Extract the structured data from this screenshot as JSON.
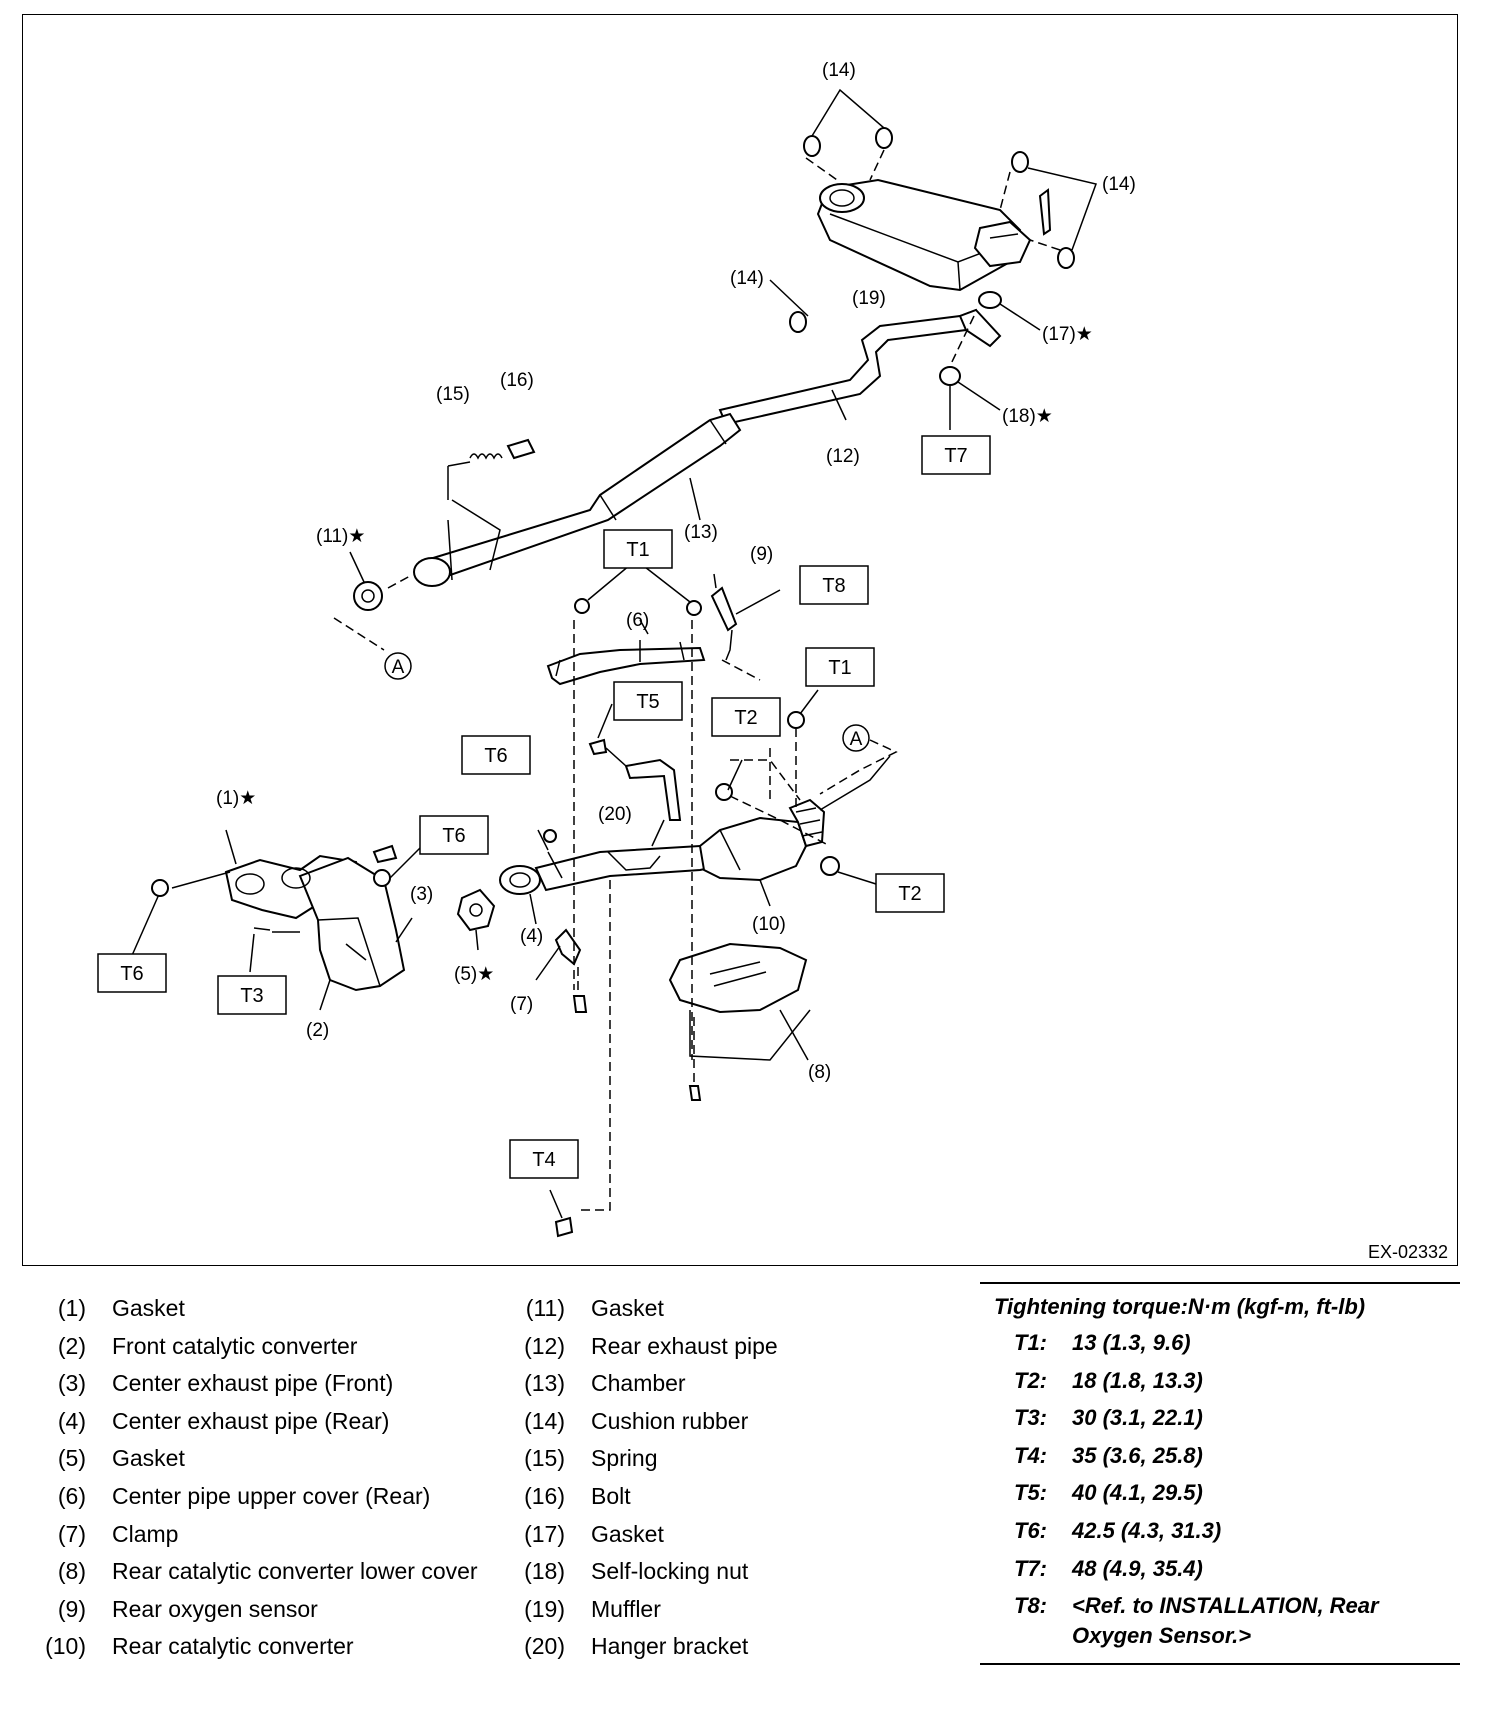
{
  "diagram": {
    "code": "EX-02332",
    "callouts": [
      {
        "id": "c14a",
        "text": "(14)"
      },
      {
        "id": "c14b",
        "text": "(14)"
      },
      {
        "id": "c14c",
        "text": "(14)"
      },
      {
        "id": "c19",
        "text": "(19)"
      },
      {
        "id": "c17",
        "text": "(17)★"
      },
      {
        "id": "c18",
        "text": "(18)★"
      },
      {
        "id": "c12",
        "text": "(12)"
      },
      {
        "id": "c13",
        "text": "(13)"
      },
      {
        "id": "c15",
        "text": "(15)"
      },
      {
        "id": "c16",
        "text": "(16)"
      },
      {
        "id": "c11",
        "text": "(11)★"
      },
      {
        "id": "c9",
        "text": "(9)"
      },
      {
        "id": "c6",
        "text": "(6)"
      },
      {
        "id": "c20",
        "text": "(20)"
      },
      {
        "id": "c1",
        "text": "(1)★"
      },
      {
        "id": "c3",
        "text": "(3)"
      },
      {
        "id": "c4",
        "text": "(4)"
      },
      {
        "id": "c5",
        "text": "(5)★"
      },
      {
        "id": "c7",
        "text": "(7)"
      },
      {
        "id": "c2",
        "text": "(2)"
      },
      {
        "id": "c10",
        "text": "(10)"
      },
      {
        "id": "c8",
        "text": "(8)"
      },
      {
        "id": "cAa",
        "text": "A"
      },
      {
        "id": "cAb",
        "text": "A"
      }
    ],
    "torque_boxes": [
      {
        "id": "bT7",
        "text": "T7"
      },
      {
        "id": "bT1a",
        "text": "T1"
      },
      {
        "id": "bT8",
        "text": "T8"
      },
      {
        "id": "bT1b",
        "text": "T1"
      },
      {
        "id": "bT5",
        "text": "T5"
      },
      {
        "id": "bT2a",
        "text": "T2"
      },
      {
        "id": "bT6a",
        "text": "T6"
      },
      {
        "id": "bT6b",
        "text": "T6"
      },
      {
        "id": "bT2b",
        "text": "T2"
      },
      {
        "id": "bT6c",
        "text": "T6"
      },
      {
        "id": "bT3",
        "text": "T3"
      },
      {
        "id": "bT4",
        "text": "T4"
      }
    ]
  },
  "legend": {
    "col1": [
      {
        "num": "(1)",
        "name": "Gasket"
      },
      {
        "num": "(2)",
        "name": "Front catalytic converter"
      },
      {
        "num": "(3)",
        "name": "Center exhaust pipe (Front)"
      },
      {
        "num": "(4)",
        "name": "Center exhaust pipe (Rear)"
      },
      {
        "num": "(5)",
        "name": "Gasket"
      },
      {
        "num": "(6)",
        "name": "Center pipe upper cover (Rear)"
      },
      {
        "num": "(7)",
        "name": "Clamp"
      },
      {
        "num": "(8)",
        "name": "Rear catalytic converter lower cover"
      },
      {
        "num": "(9)",
        "name": "Rear oxygen sensor"
      },
      {
        "num": "(10)",
        "name": "Rear catalytic converter"
      }
    ],
    "col2": [
      {
        "num": "(11)",
        "name": "Gasket"
      },
      {
        "num": "(12)",
        "name": "Rear exhaust pipe"
      },
      {
        "num": "(13)",
        "name": "Chamber"
      },
      {
        "num": "(14)",
        "name": "Cushion rubber"
      },
      {
        "num": "(15)",
        "name": "Spring"
      },
      {
        "num": "(16)",
        "name": "Bolt"
      },
      {
        "num": "(17)",
        "name": "Gasket"
      },
      {
        "num": "(18)",
        "name": "Self-locking nut"
      },
      {
        "num": "(19)",
        "name": "Muffler"
      },
      {
        "num": "(20)",
        "name": "Hanger bracket"
      }
    ]
  },
  "torque": {
    "title": "Tightening torque:N·m (kgf-m, ft-lb)",
    "rows": [
      {
        "code": "T1:",
        "value": "13 (1.3, 9.6)"
      },
      {
        "code": "T2:",
        "value": "18 (1.8, 13.3)"
      },
      {
        "code": "T3:",
        "value": "30 (3.1, 22.1)"
      },
      {
        "code": "T4:",
        "value": "35 (3.6, 25.8)"
      },
      {
        "code": "T5:",
        "value": "40 (4.1, 29.5)"
      },
      {
        "code": "T6:",
        "value": "42.5 (4.3, 31.3)"
      },
      {
        "code": "T7:",
        "value": "48 (4.9, 35.4)"
      },
      {
        "code": "T8:",
        "value": "<Ref. to INSTALLATION, Rear Oxygen Sensor.>"
      }
    ]
  }
}
